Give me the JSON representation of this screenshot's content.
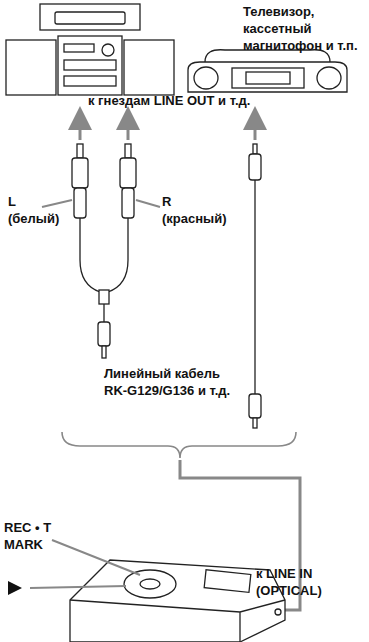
{
  "diagram": {
    "labels": [
      "Телевизор, кассетный магнитофон и т.п.",
      "к гнездам LINE OUT и т.д.",
      "L (белый)",
      "R (красный)",
      "Линейный кабель RK-G129/G136 и т.д.",
      "REC • T MARK",
      "к LINE IN (OPTICAL)"
    ]
  }
}
